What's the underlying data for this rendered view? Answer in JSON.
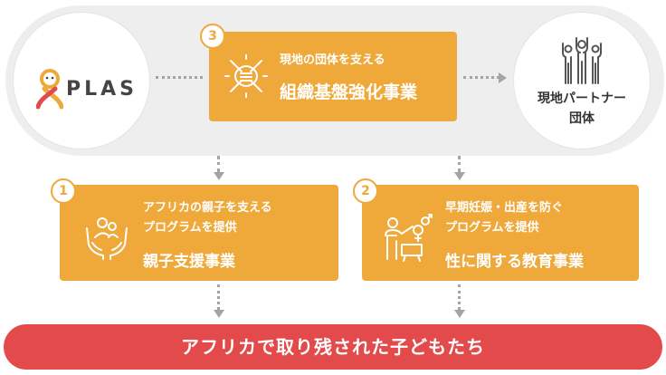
{
  "org": {
    "logo_text": "PLAS",
    "logo_icon": "plas-figure-icon"
  },
  "partner": {
    "label_line1": "現地パートナー",
    "label_line2": "団体",
    "icon": "people-raising-hands-icon"
  },
  "projects": [
    {
      "number": "3",
      "subtitle_line1": "現地の団体を支える",
      "title": "組織基盤強化事業",
      "icon": "joined-hands-icon"
    },
    {
      "number": "1",
      "subtitle_line1": "アフリカの親子を支える",
      "subtitle_line2": "プログラムを提供",
      "title": "親子支援事業",
      "icon": "parent-child-hands-icon"
    },
    {
      "number": "2",
      "subtitle_line1": "早期妊娠・出産を防ぐ",
      "subtitle_line2": "プログラムを提供",
      "title": "性に関する教育事業",
      "icon": "teacher-gender-icon"
    }
  ],
  "target": {
    "label": "アフリカで取り残された子どもたち"
  },
  "colors": {
    "orange": "#eea93a",
    "red": "#e34a4b",
    "band": "#eeeeee",
    "arrow": "#a4a4a4"
  }
}
